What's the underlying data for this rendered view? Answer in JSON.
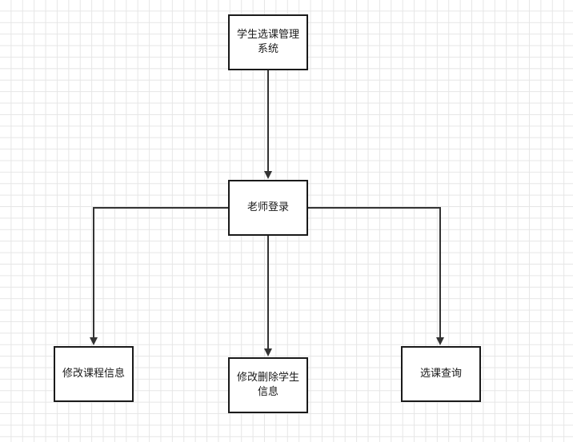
{
  "diagram": {
    "nodes": [
      {
        "id": "root",
        "label": "学生选课管理\n系统"
      },
      {
        "id": "login",
        "label": "老师登录"
      },
      {
        "id": "edit",
        "label": "修改课程信息"
      },
      {
        "id": "del",
        "label": "修改删除学生\n信息"
      },
      {
        "id": "query",
        "label": "选课查询"
      }
    ],
    "edges": [
      {
        "from": "root",
        "to": "login"
      },
      {
        "from": "login",
        "to": "edit"
      },
      {
        "from": "login",
        "to": "del"
      },
      {
        "from": "login",
        "to": "query"
      }
    ],
    "style": {
      "line_color": "#333333",
      "border_color": "#1a1a1a",
      "grid_color": "#e6e6e6"
    }
  }
}
